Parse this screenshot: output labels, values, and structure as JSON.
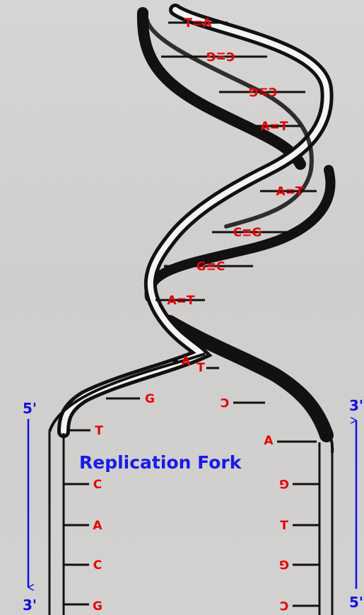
{
  "title": "Replication Fork",
  "colors": {
    "base_text": "#e60000",
    "arrows": "#1010e0",
    "title": "#1a1ae6",
    "strand": "#000000",
    "background": "#d4d3d2"
  },
  "strand_ends": {
    "left_top": "5'",
    "left_bottom": "3'",
    "right_top": "3'",
    "right_bottom": "5'"
  },
  "helix_pairs": [
    "T=A",
    "C≡G",
    "C≡G",
    "A=T",
    "A=T",
    "C≡G",
    "G≡C",
    "A=T"
  ],
  "fork_pairs": [
    {
      "left": "A",
      "right": "T"
    },
    {
      "left": "G",
      "right": "C"
    },
    {
      "left": "T",
      "right": "A"
    }
  ],
  "template_bases": [
    {
      "left": "C",
      "right": "G"
    },
    {
      "left": "A",
      "right": "T"
    },
    {
      "left": "C",
      "right": "G"
    },
    {
      "left": "G",
      "right": "C"
    }
  ]
}
